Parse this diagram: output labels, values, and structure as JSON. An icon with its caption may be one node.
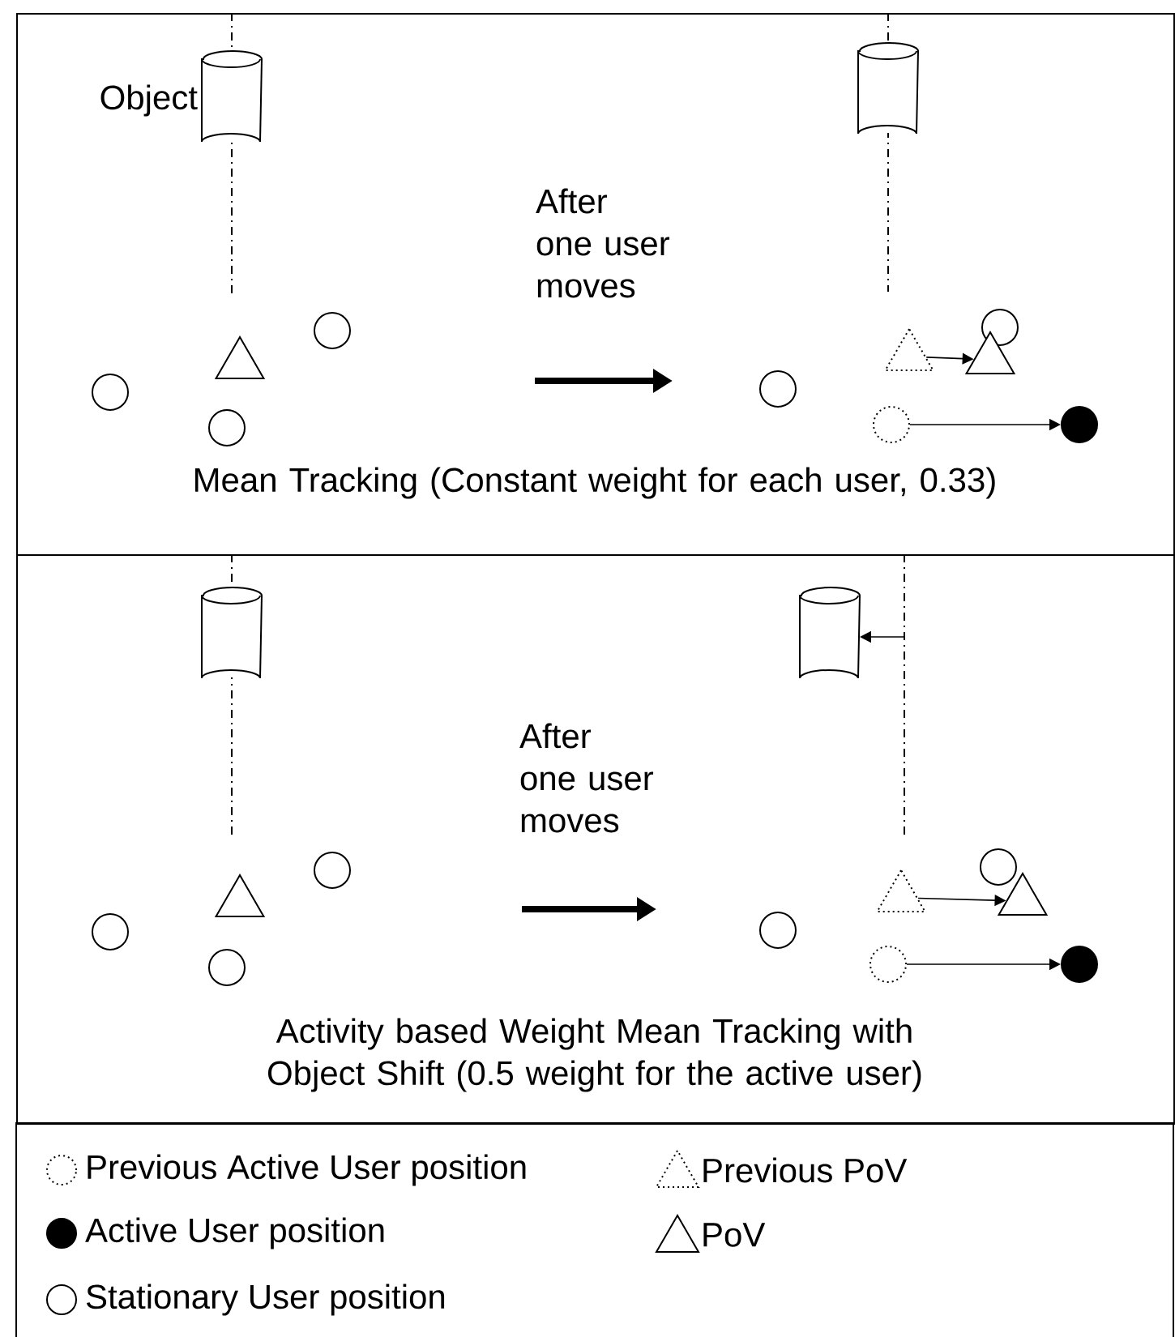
{
  "diagram": {
    "nodes": [
      {
        "text": [
          "Mean Tracking (Constant weight for each user, 0.33)"
        ]
      },
      {
        "text": [],
        "shape": "cylinder",
        "in": 0,
        "beside": [
          "Object"
        ]
      },
      {
        "text": [],
        "shape": "circle",
        "in": 0
      },
      {
        "text": [],
        "shape": "triangle",
        "in": 0
      },
      {
        "text": [],
        "shape": "circle",
        "in": 0
      },
      {
        "text": [],
        "shape": "circle",
        "in": 0
      },
      {
        "text": [],
        "shape": "cylinder",
        "in": 0
      },
      {
        "text": [],
        "shape": "circle",
        "in": 0
      },
      {
        "text": [],
        "shape": "triangle",
        "in": 0
      },
      {
        "text": [],
        "shape": "circle",
        "in": 0
      },
      {
        "text": [],
        "shape": "triangle",
        "in": 0
      },
      {
        "text": [],
        "shape": "circle",
        "in": 0
      },
      {
        "text": [],
        "shape": "circle",
        "in": 0
      },
      {
        "text": [
          "Activity based Weight Mean Tracking with Object Shift (0.5 weight for the active user)"
        ]
      },
      {
        "text": [],
        "shape": "cylinder",
        "in": 13
      },
      {
        "text": [],
        "shape": "circle",
        "in": 13
      },
      {
        "text": [],
        "shape": "triangle",
        "in": 13
      },
      {
        "text": [],
        "shape": "circle",
        "in": 13
      },
      {
        "text": [],
        "shape": "circle",
        "in": 13
      },
      {
        "text": [],
        "shape": "cylinder",
        "in": 13
      },
      {
        "text": [],
        "shape": "circle",
        "in": 13
      },
      {
        "text": [],
        "shape": "triangle",
        "in": 13
      },
      {
        "text": [],
        "shape": "circle",
        "in": 13
      },
      {
        "text": [],
        "shape": "triangle",
        "in": 13
      },
      {
        "text": [],
        "shape": "circle",
        "in": 13
      },
      {
        "text": [],
        "shape": "circle",
        "in": 13
      }
    ],
    "edges": [
      {
        "from": 8,
        "to": 10,
        "arrow": "to"
      },
      {
        "from": 11,
        "to": 12,
        "arrow": "to"
      },
      {
        "from": null,
        "to": 19,
        "arrow": "to"
      },
      {
        "from": 21,
        "to": 23,
        "arrow": "to"
      },
      {
        "from": 24,
        "to": 25,
        "arrow": "to"
      }
    ],
    "labels": [
      "After one user moves",
      "After one user moves"
    ],
    "legend": [
      {
        "text": "Previous Active User position"
      },
      {
        "text": "Previous PoV"
      },
      {
        "text": "Active User position"
      },
      {
        "text": "PoV"
      },
      {
        "text": "Stationary User position"
      }
    ]
  }
}
